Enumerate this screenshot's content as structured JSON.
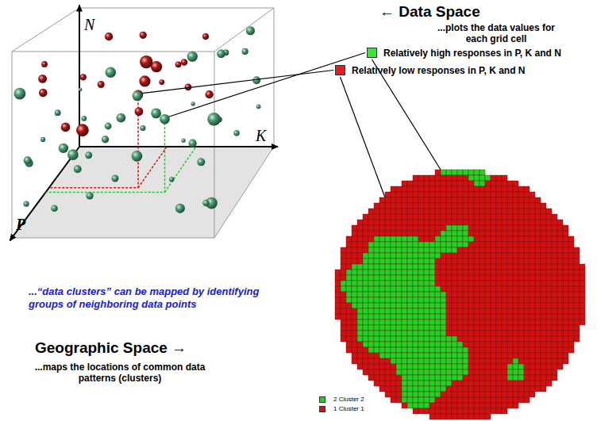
{
  "diagram": {
    "labels": [
      "N",
      "K",
      "P",
      "← Data Space",
      "...plots the data values for each grid cell",
      "...“data clusters” can be mapped by identifying groups of neighboring data points",
      "Geographic Space →",
      "...maps the locations of common data patterns (clusters)"
    ],
    "legend": [
      {
        "text": "Relatively high responses in P, K and N",
        "color": "#33e833"
      },
      {
        "text": "Relatively low responses in P, K and N",
        "color": "#e81c1c"
      },
      {
        "text": "2 Cluster 2",
        "color": "#22d422"
      },
      {
        "text": "1 Cluster 1",
        "color": "#d41010"
      }
    ]
  }
}
